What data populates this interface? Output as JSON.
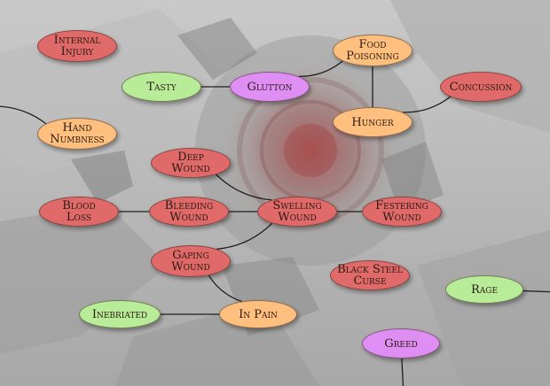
{
  "colors": {
    "red": "#e06a6a",
    "green": "#b9ec98",
    "orange": "#ffc07f",
    "purple": "#df8ef4",
    "edge": "#1e1e1e"
  },
  "nodes": [
    {
      "id": "internal-injury",
      "label": "Internal\nInjury",
      "color": "red"
    },
    {
      "id": "tasty",
      "label": "Tasty",
      "color": "green"
    },
    {
      "id": "glutton",
      "label": "Glutton",
      "color": "purple"
    },
    {
      "id": "food-poisoning",
      "label": "Food\nPoisoning",
      "color": "orange"
    },
    {
      "id": "concussion",
      "label": "Concussion",
      "color": "red"
    },
    {
      "id": "hunger",
      "label": "Hunger",
      "color": "orange"
    },
    {
      "id": "hand-numbness",
      "label": "Hand\nNumbness",
      "color": "orange"
    },
    {
      "id": "deep-wound",
      "label": "Deep\nWound",
      "color": "red"
    },
    {
      "id": "blood-loss",
      "label": "Blood\nLoss",
      "color": "red"
    },
    {
      "id": "bleeding-wound",
      "label": "Bleeding\nWound",
      "color": "red"
    },
    {
      "id": "swelling-wound",
      "label": "Swelling\nWound",
      "color": "red"
    },
    {
      "id": "festering-wound",
      "label": "Festering\nWound",
      "color": "red"
    },
    {
      "id": "gaping-wound",
      "label": "Gaping\nWound",
      "color": "red"
    },
    {
      "id": "black-steel-curse",
      "label": "Black Steel\nCurse",
      "color": "red"
    },
    {
      "id": "rage",
      "label": "Rage",
      "color": "green"
    },
    {
      "id": "inebriated",
      "label": "Inebriated",
      "color": "green"
    },
    {
      "id": "in-pain",
      "label": "In Pain",
      "color": "orange"
    },
    {
      "id": "greed",
      "label": "Greed",
      "color": "purple"
    }
  ],
  "edges": [
    [
      "tasty",
      "glutton"
    ],
    [
      "glutton",
      "food-poisoning"
    ],
    [
      "food-poisoning",
      "hunger"
    ],
    [
      "hunger",
      "concussion"
    ],
    [
      "blood-loss",
      "bleeding-wound"
    ],
    [
      "bleeding-wound",
      "swelling-wound"
    ],
    [
      "deep-wound",
      "swelling-wound"
    ],
    [
      "swelling-wound",
      "festering-wound"
    ],
    [
      "gaping-wound",
      "swelling-wound"
    ],
    [
      "gaping-wound",
      "in-pain"
    ],
    [
      "inebriated",
      "in-pain"
    ],
    [
      "hand-numbness",
      "offscreen-left"
    ],
    [
      "rage",
      "offscreen-right"
    ],
    [
      "greed",
      "offscreen-bottom"
    ]
  ]
}
